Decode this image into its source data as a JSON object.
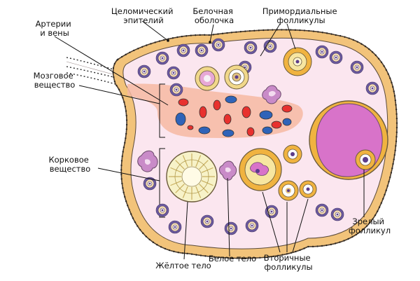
{
  "labels": {
    "coelomic_epithelium": [
      "Целомический",
      "эпителий"
    ],
    "tunica_albuginea": [
      "Белочная",
      "оболочка"
    ],
    "primordial_follicles": [
      "Примордиальные",
      "фолликулы"
    ],
    "arteries_veins": [
      "Артерии",
      "и вены"
    ],
    "medulla": [
      "Мозговое",
      "вещество"
    ],
    "cortex": [
      "Корковое",
      "вещество"
    ],
    "mature_follicle": [
      "Зрелый",
      "фолликул"
    ],
    "corpus_luteum": "Жёлтое тело",
    "corpus_albicans": "Белое тело",
    "secondary_follicles": [
      "Вторичные",
      "фолликулы"
    ]
  },
  "colors": {
    "outline": "#4a3a2a",
    "tunica": "#f2c37a",
    "stroma": "#fbe6ef",
    "medulla": "#f6b9a2",
    "artery": "#e8312e",
    "vein": "#2f63b8",
    "follicle_ring": "#f0b340",
    "mature_cell": "#d873c9",
    "oocyte": "#5b3c8a",
    "albicans": "#c98bc8"
  }
}
